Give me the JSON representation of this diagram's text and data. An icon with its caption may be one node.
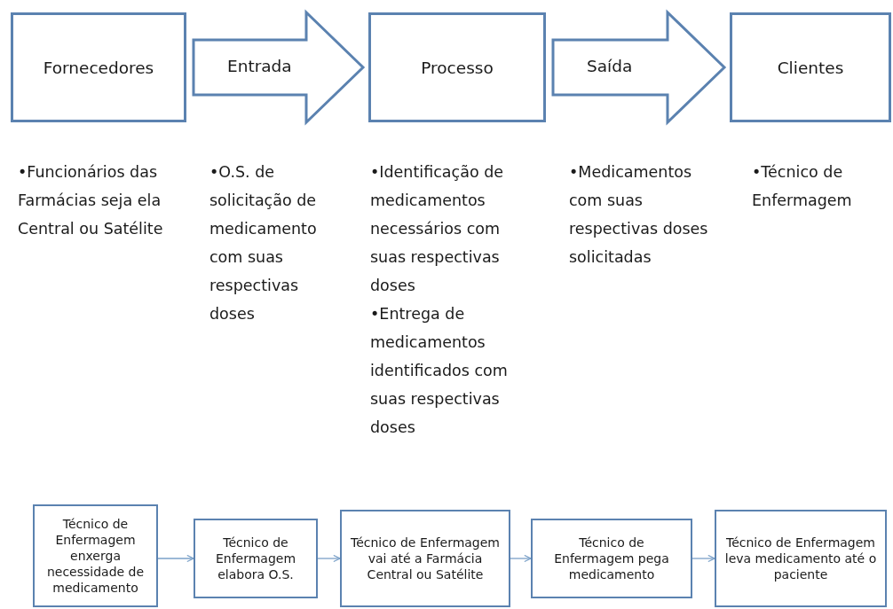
{
  "diagram": {
    "nodes": [
      {
        "text": [
          "Fornecedores"
        ],
        "beside": [
          "•Funcionários das Farmácias seja ela Central ou Satélite"
        ]
      },
      {
        "text": [
          "Processo"
        ],
        "beside": [
          "•Identificação de medicamentos necessários com suas respectivas doses",
          "•Entrega de medicamentos identificados com suas respectivas doses"
        ]
      },
      {
        "text": [
          "Clientes"
        ],
        "beside": [
          "•Técnico de Enfermagem"
        ]
      },
      {
        "text": [
          "Técnico de Enfermagem enxerga necessidade de medicamento"
        ]
      },
      {
        "text": [
          "Técnico de Enfermagem elabora O.S."
        ]
      },
      {
        "text": [
          "Técnico de Enfermagem vai até a Farmácia Central ou Satélite"
        ]
      },
      {
        "text": [
          "Técnico de Enfermagem pega medicamento"
        ]
      },
      {
        "text": [
          "Técnico de Enfermagem leva medicamento até o paciente"
        ]
      }
    ],
    "edges": [
      {
        "from": 0,
        "to": 1,
        "arrow": "to",
        "label": "Entrada",
        "style": "thick"
      },
      {
        "from": 1,
        "to": 2,
        "arrow": "to",
        "label": "Saída",
        "style": "thick"
      },
      {
        "from": 3,
        "to": 4,
        "arrow": "to"
      },
      {
        "from": 4,
        "to": 5,
        "arrow": "to"
      },
      {
        "from": 5,
        "to": 6,
        "arrow": "to"
      },
      {
        "from": 6,
        "to": 7,
        "arrow": "to"
      }
    ],
    "labels": [
      "•O.S. de solicitação de medicamento com suas respectivas doses",
      "•Medicamentos com suas respectivas doses solicitadas"
    ]
  }
}
